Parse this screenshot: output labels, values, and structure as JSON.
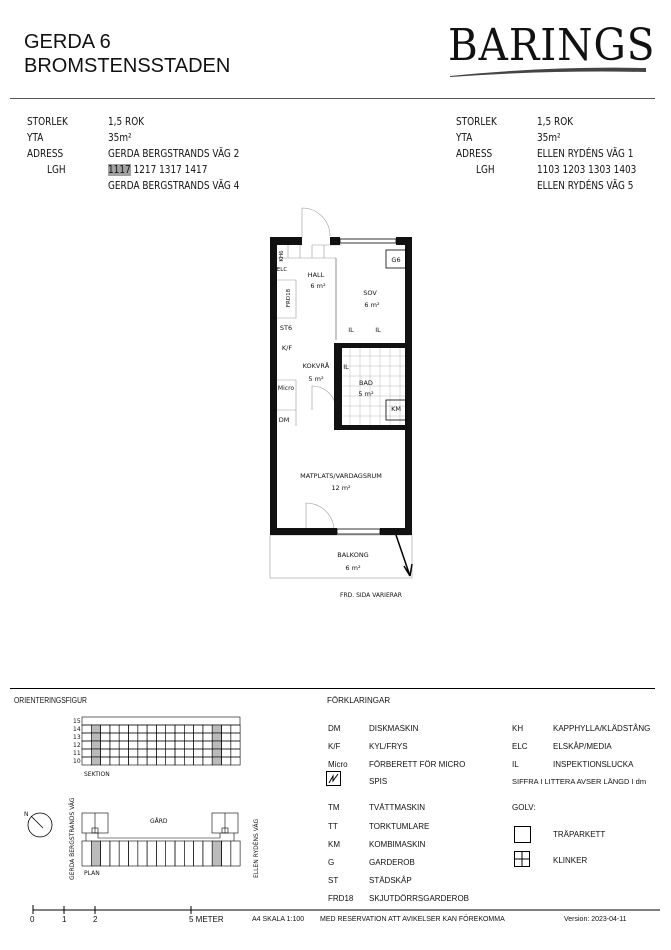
{
  "header": {
    "title_line1": "GERDA 6",
    "title_line2": "BROMSTENSSTADEN",
    "logo": "BARINGS"
  },
  "info_left": {
    "storlek_label": "STORLEK",
    "storlek": "1,5 ROK",
    "yta_label": "YTA",
    "yta": "35m²",
    "adress_label": "ADRESS",
    "adress": "GERDA BERGSTRANDS VÄG 2",
    "lgh_label": "LGH",
    "lgh_highlight": "1117",
    "lgh_rest": "1217 1317 1417",
    "adress2": "GERDA BERGSTRANDS VÄG 4"
  },
  "info_right": {
    "storlek_label": "STORLEK",
    "storlek": "1,5 ROK",
    "yta_label": "YTA",
    "yta": "35m²",
    "adress_label": "ADRESS",
    "adress": "ELLEN RYDÉNS VÄG 1",
    "lgh_label": "LGH",
    "lgh": "1103 1203 1303 1403",
    "adress2": "ELLEN RYDÉNS VÄG 5"
  },
  "plan": {
    "hall": "HALL",
    "hall_area": "6 m²",
    "sov": "SOV",
    "sov_area": "6 m²",
    "g6": "G6",
    "kh6": "KH6",
    "elc": "ELC",
    "frd18": "FRD18",
    "st6": "ST6",
    "kf": "K/F",
    "kokvra": "KOKVRÅ",
    "kokvra_area": "5 m²",
    "micro": "Micro",
    "dm": "DM",
    "il": "IL",
    "bad": "BAD",
    "bad_area": "5 m²",
    "km": "KM",
    "matplats": "MATPLATS/VARDAGSRUM",
    "matplats_area": "12 m²",
    "balkong": "BALKONG",
    "balkong_area": "6 m²",
    "note": "FRD. SIDA VARIERAR"
  },
  "orientation": {
    "title": "ORIENTERINGSFIGUR",
    "floors": [
      "15",
      "14",
      "13",
      "12",
      "11",
      "10"
    ],
    "sektion": "SEKTION",
    "plan": "PLAN",
    "gard": "GÅRD",
    "north": "N",
    "street_left": "GERDA BERGSTRANDS VÄG",
    "street_right": "ELLEN RYDÉNS VÄG"
  },
  "legend": {
    "title": "FÖRKLARINGAR",
    "left": [
      {
        "code": "DM",
        "text": "DISKMASKIN"
      },
      {
        "code": "K/F",
        "text": "KYL/FRYS"
      },
      {
        "code": "Micro",
        "text": "FÖRBERETT FÖR MICRO"
      },
      {
        "code": "",
        "text": "SPIS"
      },
      {
        "code": "TM",
        "text": "TVÄTTMASKIN"
      },
      {
        "code": "TT",
        "text": "TORKTUMLARE"
      },
      {
        "code": "KM",
        "text": "KOMBIMASKIN"
      },
      {
        "code": "G",
        "text": "GARDEROB"
      },
      {
        "code": "ST",
        "text": "STÄDSKÅP"
      },
      {
        "code": "FRD18",
        "text": "SKJUTDÖRRSGARDEROB"
      }
    ],
    "right": [
      {
        "code": "KH",
        "text": "KAPPHYLLA/KLÄDSTÅNG"
      },
      {
        "code": "ELC",
        "text": "ELSKÅP/MEDIA"
      },
      {
        "code": "IL",
        "text": "INSPEKTIONSLUCKA"
      }
    ],
    "note": "SIFFRA I LITTERA AVSER LÄNGD I dm",
    "golv": "GOLV:",
    "traparkett": "TRÄPARKETT",
    "klinker": "KLINKER"
  },
  "footer": {
    "scale_ticks": [
      "0",
      "1",
      "2",
      "5 METER"
    ],
    "skala": "A4 SKALA 1:100",
    "reservation": "MED RESERVATION ATT AVIKELSER KAN FÖREKOMMA",
    "version": "Version: 2023-04-11"
  }
}
